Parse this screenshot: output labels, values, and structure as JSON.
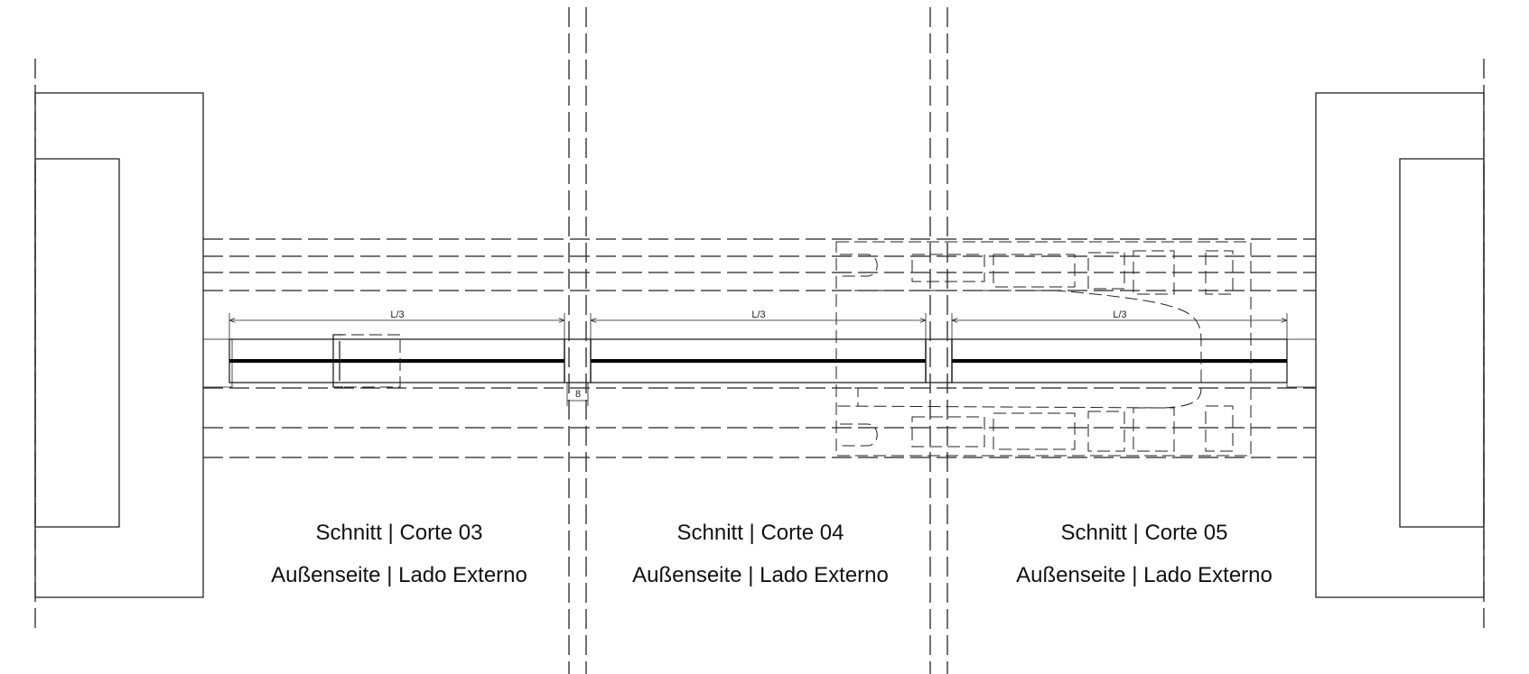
{
  "sections": [
    {
      "title": "Schnitt | Corte 03",
      "subtitle": "Außenseite | Lado Externo",
      "dim_label": "L/3"
    },
    {
      "title": "Schnitt | Corte 04",
      "subtitle": "Außenseite | Lado Externo",
      "dim_label": "L/3"
    },
    {
      "title": "Schnitt | Corte 05",
      "subtitle": "Außenseite | Lado Externo",
      "dim_label": "L/3"
    }
  ],
  "joint_dimension": "8"
}
